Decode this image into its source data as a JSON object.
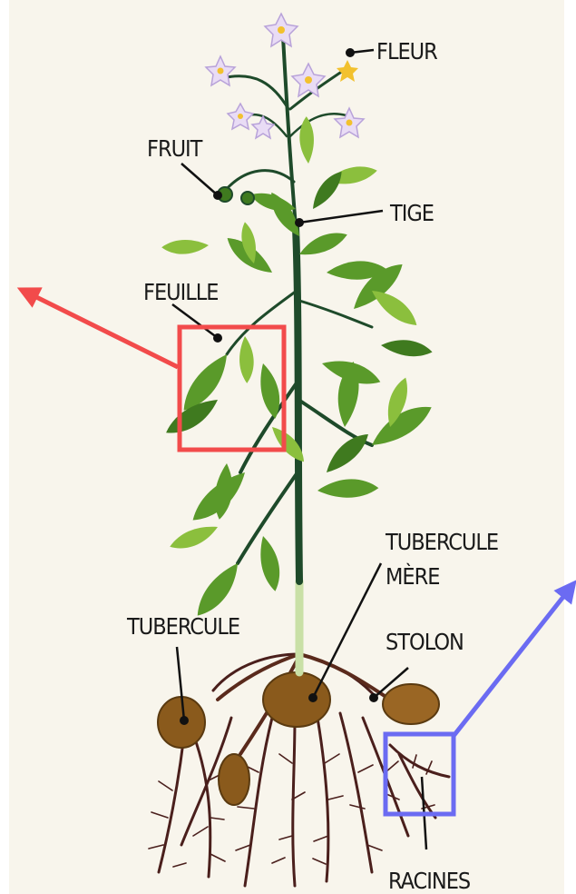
{
  "labels": {
    "fleur": "FLEUR",
    "fruit": "FRUIT",
    "tige": "TIGE",
    "feuille": "FEUILLE",
    "tubercule_mere_line1": "TUBERCULE",
    "tubercule_mere_line2": "MÈRE",
    "tubercule": "TUBERCULE",
    "stolon": "STOLON",
    "racines": "RACINES"
  },
  "colors": {
    "background": "#f8f5ec",
    "stem": "#1e4a2a",
    "leaf": "#5a9a2a",
    "leaf_light": "#8bbf3d",
    "leaf_dark": "#3f7a1f",
    "flower": "#e9dcf5",
    "flower_center": "#f2c12e",
    "tuber": "#8a5a1c",
    "root": "#4a1f1c",
    "red_box": "#f24b4b",
    "blue_box": "#6b6bf2"
  },
  "icons": [
    "red-arrow-icon",
    "blue-arrow-icon"
  ]
}
